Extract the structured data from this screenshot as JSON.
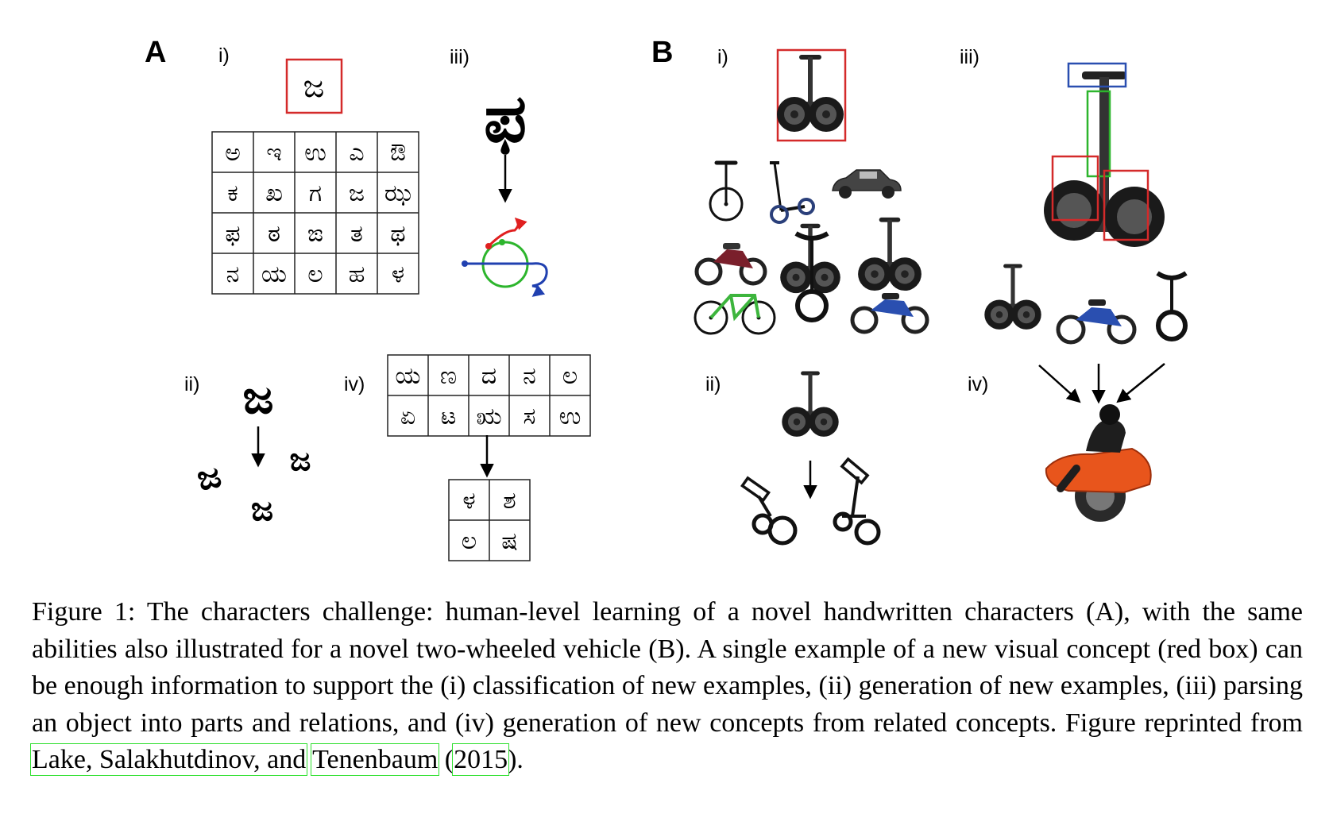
{
  "figure": {
    "panel_a": {
      "letter": "A",
      "labels": {
        "i": "i)",
        "ii": "ii)",
        "iii": "iii)",
        "iv": "iv)"
      },
      "target_char": "ಜ",
      "grid_i": [
        "ಅ",
        "ಇ",
        "ಉ",
        "ಎ",
        "ಔ",
        "ಕ",
        "ಖ",
        "ಗ",
        "ಜ",
        "ಝ",
        "ಫ",
        "ಠ",
        "ಙ",
        "ತ",
        "ಥ",
        "ನ",
        "ಯ",
        "ಲ",
        "ಹ",
        "ಳ"
      ],
      "gen_ii_source": "ಜ",
      "gen_ii_samples": [
        "ಜ",
        "ಜ",
        "ಜ"
      ],
      "parse_iii_char": "ಫ",
      "grid_iv": [
        "ಯ",
        "ಣ",
        "ದ",
        "ನ",
        "ಲ",
        "ಏ",
        "ಟ",
        "ಋ",
        "ಸ",
        "ಉ"
      ],
      "gen_iv_samples": [
        "ಳ",
        "ಶ",
        "ಲ",
        "ಷ"
      ]
    },
    "panel_b": {
      "letter": "B",
      "labels": {
        "i": "i)",
        "ii": "ii)",
        "iii": "iii)",
        "iv": "iv)"
      }
    }
  },
  "caption": {
    "lead": "Figure 1:  The characters challenge:  human-level learning of a novel handwritten characters (A), with the same abilities also illustrated for a novel two-wheeled vehicle (B). A single example of a new visual concept (red box) can be enough information to support the (i) classification of new examples, (ii) generation of new examples, (iii) parsing an object into parts and relations, and (iv) generation of new concepts from related concepts.  Figure reprinted from ",
    "cite_authors_1": "Lake, Salakhutdinov, and",
    "cite_authors_2": "Tenenbaum",
    "open_paren": " (",
    "cite_year": "2015",
    "close": ")."
  }
}
